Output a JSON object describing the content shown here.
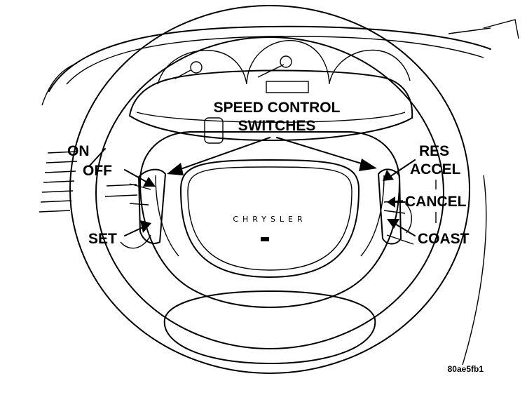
{
  "labels": {
    "title_line1": "SPEED CONTROL",
    "title_line2": "SWITCHES",
    "on": "ON",
    "off": "OFF",
    "set": "SET",
    "res": "RES",
    "accel": "ACCEL",
    "cancel": "CANCEL",
    "coast": "COAST"
  },
  "airbag_brand": "CHRYSLER",
  "figure_id": "80ae5fb1"
}
